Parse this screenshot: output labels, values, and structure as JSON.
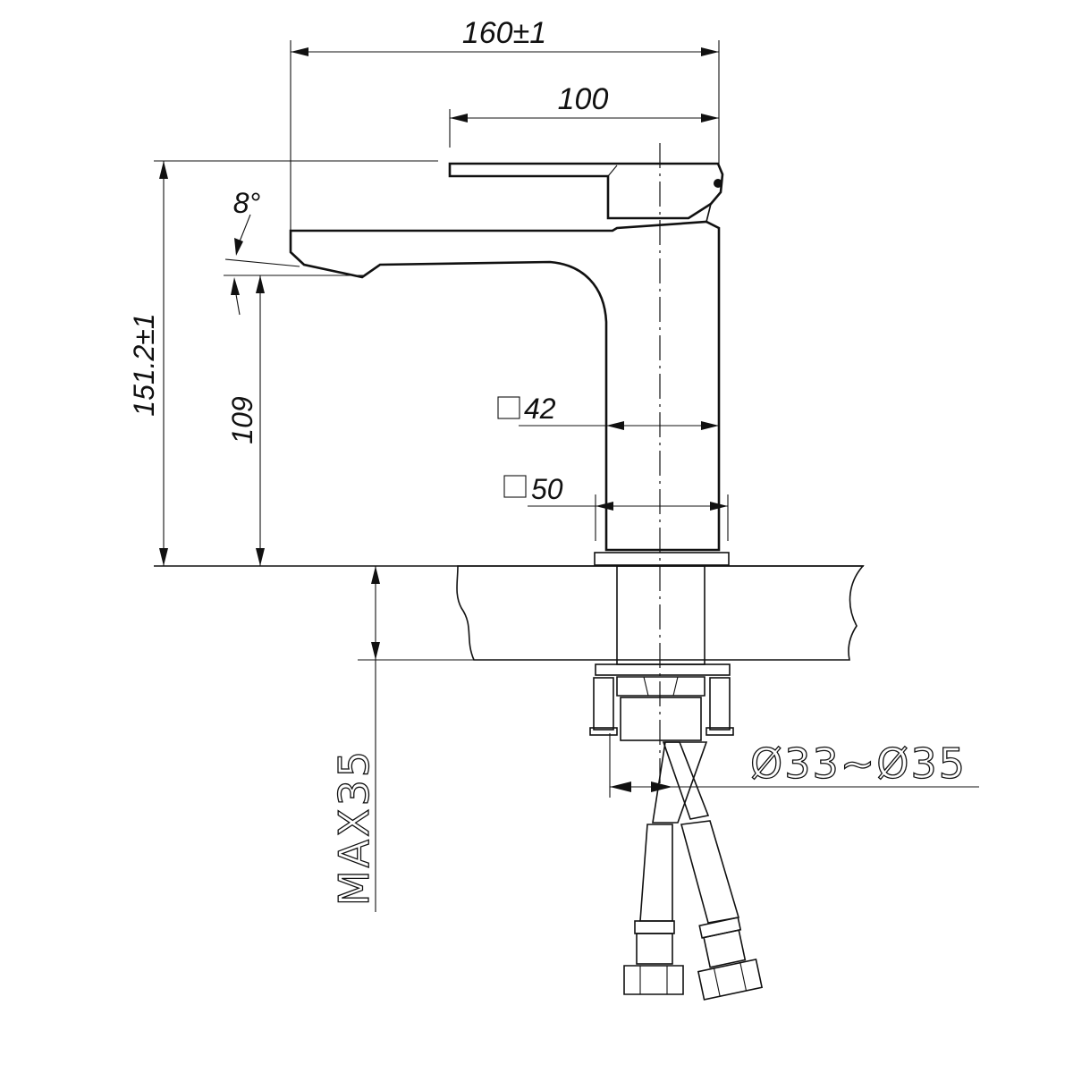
{
  "dimensions": {
    "overall_length": "160±1",
    "lever_length": "100",
    "height": "151.2±1",
    "spout_height": "109",
    "spout_angle": "8°",
    "body_section_top": "42",
    "body_section_base": "50",
    "max_counter_thickness": "MAX35",
    "hole_diameter": "Ø33~Ø35"
  }
}
